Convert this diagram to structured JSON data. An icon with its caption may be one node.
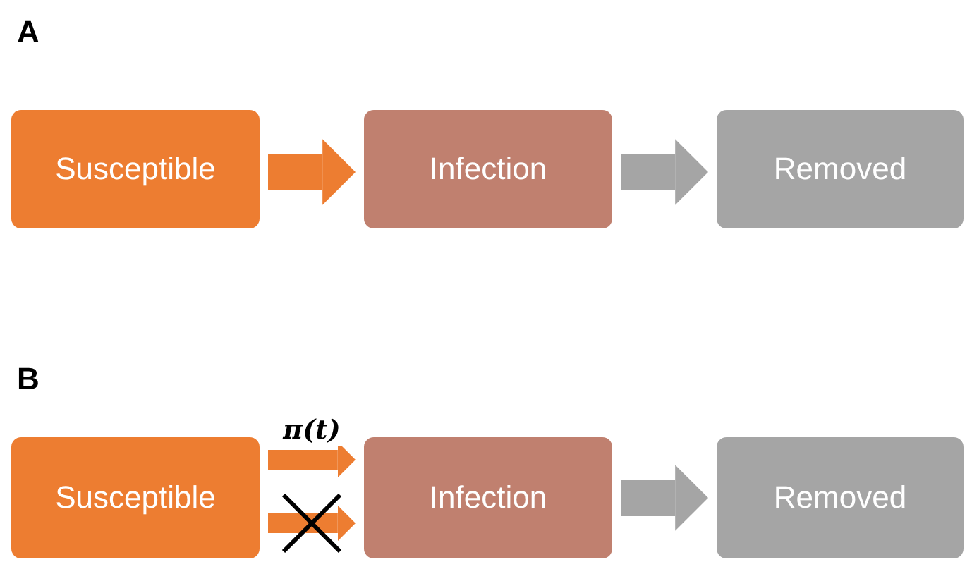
{
  "diagram": {
    "nodes": [
      {
        "text": [
          "Susceptible"
        ]
      },
      {
        "text": [
          "Infection"
        ]
      },
      {
        "text": [
          "Removed"
        ]
      },
      {
        "text": [
          "Susceptible"
        ]
      },
      {
        "text": [
          "Infection"
        ]
      },
      {
        "text": [
          "Removed"
        ]
      }
    ],
    "edges": [
      {
        "from": 0,
        "to": 1,
        "arrow": "to"
      },
      {
        "from": 1,
        "to": 2,
        "arrow": "to",
        "color": "#a5a5a5"
      },
      {
        "from": 3,
        "to": 4,
        "arrow": "to",
        "label": "π(t)"
      },
      {
        "from": 3,
        "to": 4,
        "arrow": "to"
      },
      {
        "from": 4,
        "to": 5,
        "arrow": "to",
        "color": "#a5a5a5"
      }
    ],
    "labels": [
      "A",
      "B"
    ]
  }
}
